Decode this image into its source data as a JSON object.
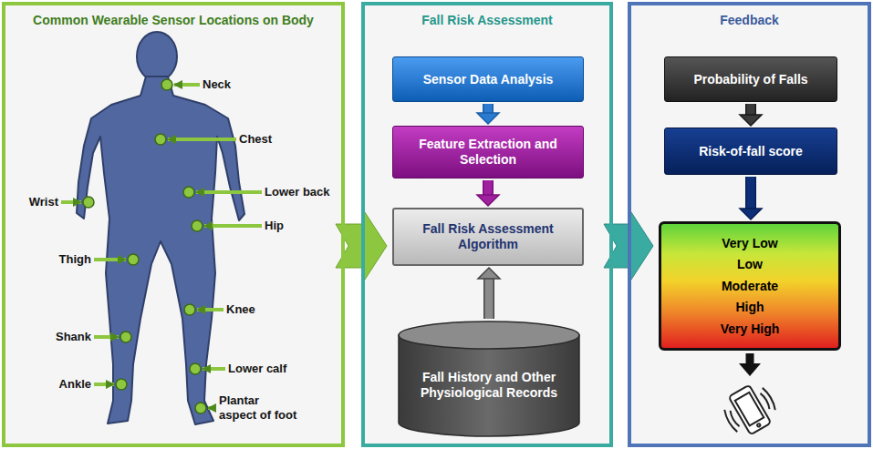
{
  "diagram": {
    "nodes": [
      {
        "text": [
          "Common Wearable Sensor Locations on Body"
        ]
      },
      {
        "text": [
          "Fall Risk Assessment"
        ]
      },
      {
        "text": [
          "Sensor Data Analysis"
        ],
        "in": 1
      },
      {
        "text": [
          "Feature Extraction and Selection"
        ],
        "in": 1
      },
      {
        "text": [
          "Fall Risk Assessment Algorithm"
        ],
        "in": 1
      },
      {
        "text": [
          "Fall History and Other Physiological Records"
        ],
        "in": 1
      },
      {
        "text": [
          "Feedback"
        ]
      },
      {
        "text": [
          "Probability of Falls"
        ],
        "in": 6
      },
      {
        "text": [
          "Risk-of-fall score"
        ],
        "in": 6
      },
      {
        "text": [
          "Very Low",
          "Low",
          "Moderate",
          "High",
          "Very High"
        ],
        "in": 6
      }
    ],
    "edges": [
      {
        "from": 0,
        "to": 1,
        "arrow": "to"
      },
      {
        "from": 1,
        "to": 6,
        "arrow": "to"
      },
      {
        "from": 2,
        "to": 3,
        "arrow": "to"
      },
      {
        "from": 3,
        "to": 4,
        "arrow": "to"
      },
      {
        "from": 5,
        "to": 4,
        "arrow": "to"
      },
      {
        "from": 7,
        "to": 8,
        "arrow": "to"
      },
      {
        "from": 8,
        "to": 9,
        "arrow": "to"
      }
    ],
    "labels": [
      "Neck",
      "Chest",
      "Wrist",
      "Lower back",
      "Hip",
      "Thigh",
      "Knee",
      "Shank",
      "Lower calf",
      "Ankle",
      "Plantar aspect of foot"
    ]
  }
}
